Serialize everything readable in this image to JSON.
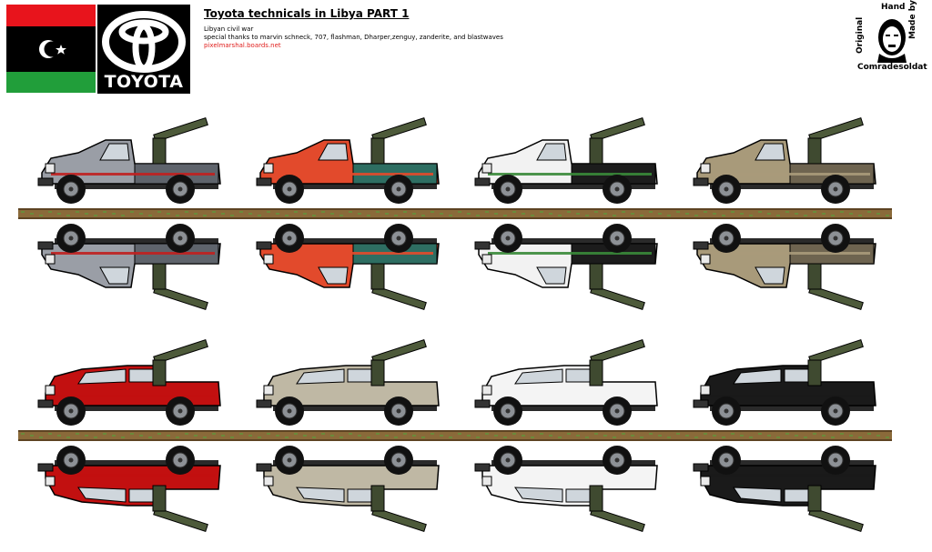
{
  "header": {
    "title": "Toyota technicals in Libya PART 1",
    "subtitle": "Libyan civil war",
    "thanks": "special thanks to marvin schneck, 707, flashman, Dharper,zenguy, zanderite, and blastwaves",
    "site": "pixelmarshal.boards.net"
  },
  "logo": {
    "text": "TOYOTA",
    "icon": "toyota-emblem"
  },
  "flag": {
    "colors": {
      "top": "#e8141c",
      "middle": "#000000",
      "bottom": "#219e3a",
      "emblem": "#ffffff"
    },
    "icon": "crescent-star"
  },
  "stamp": {
    "hand": "Hand",
    "made_by": "Made by",
    "original": "Original",
    "author": "Comradesoldat",
    "icon": "portrait"
  },
  "vehicles": [
    {
      "color": "#9a9ea6",
      "dark": "#5f646c",
      "type": "pickup-cage-gun",
      "stripe": "#c02020"
    },
    {
      "color": "#e24a2c",
      "dark": "#2e6e62",
      "type": "pickup-rocket-pod",
      "stripe": "#e24a2c"
    },
    {
      "color": "#f2f2f2",
      "dark": "#1c1c1c",
      "type": "pickup-rocket-launcher",
      "stripe": "#3a8a3a"
    },
    {
      "color": "#a89a7a",
      "dark": "#6e6450",
      "type": "pickup-aa-gun",
      "stripe": "#a89a7a"
    },
    {
      "color": "#c21010",
      "dark": "#7a0a0a",
      "type": "double-cab-mg",
      "stripe": "#c21010"
    },
    {
      "color": "#bfb8a4",
      "dark": "#5a5040",
      "type": "double-cab-camo",
      "stripe": "#bfb8a4"
    },
    {
      "color": "#f4f4f4",
      "dark": "#8a8a8a",
      "type": "double-cab-recoilless",
      "stripe": "#f4f4f4"
    },
    {
      "color": "#1a1a1a",
      "dark": "#000000",
      "type": "double-cab-black-gun",
      "stripe": "#1a1a1a"
    }
  ]
}
